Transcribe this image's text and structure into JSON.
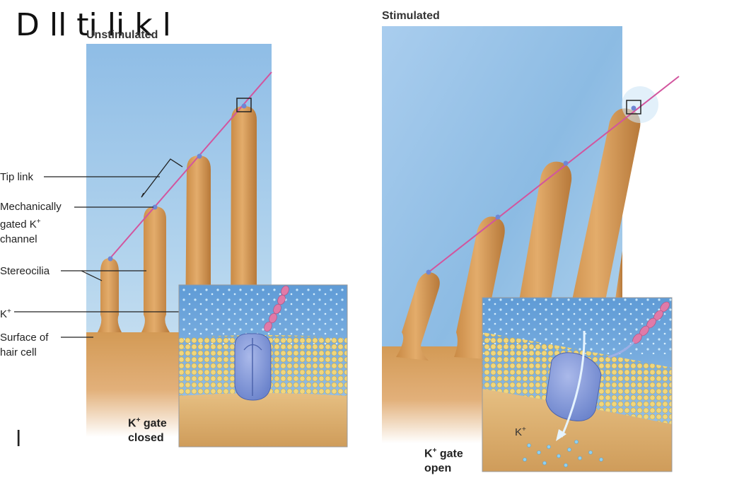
{
  "background_text": {
    "top_fragment": "D ll    ti li k     l",
    "bottom_fragment": "   l     "
  },
  "panels": {
    "left_title": "Unstimulated",
    "right_title": "Stimulated"
  },
  "labels": {
    "tip_link": "Tip link",
    "channel_line1": "Mechanically",
    "channel_line2": "gated K",
    "channel_sup": "+",
    "channel_line3": "channel",
    "stereocilia": "Stereocilia",
    "k_ion": "K",
    "k_ion_sup": "+",
    "surface_line1": "Surface of",
    "surface_line2": "hair cell"
  },
  "insets": {
    "closed_line1": "K",
    "closed_sup": "+",
    "closed_line1_rest": " gate",
    "closed_line2": "closed",
    "open_line1": "K",
    "open_sup": "+",
    "open_line1_rest": " gate",
    "open_line2": "open",
    "open_ion": "K",
    "open_ion_sup": "+"
  },
  "colors": {
    "fluid_blue": "#9ec7e8",
    "stereocilia_tan": "#d59a52",
    "tip_link_pink": "#d2559e",
    "channel_blue": "#7d95d6",
    "membrane_yellow": "#e9cf7f"
  }
}
